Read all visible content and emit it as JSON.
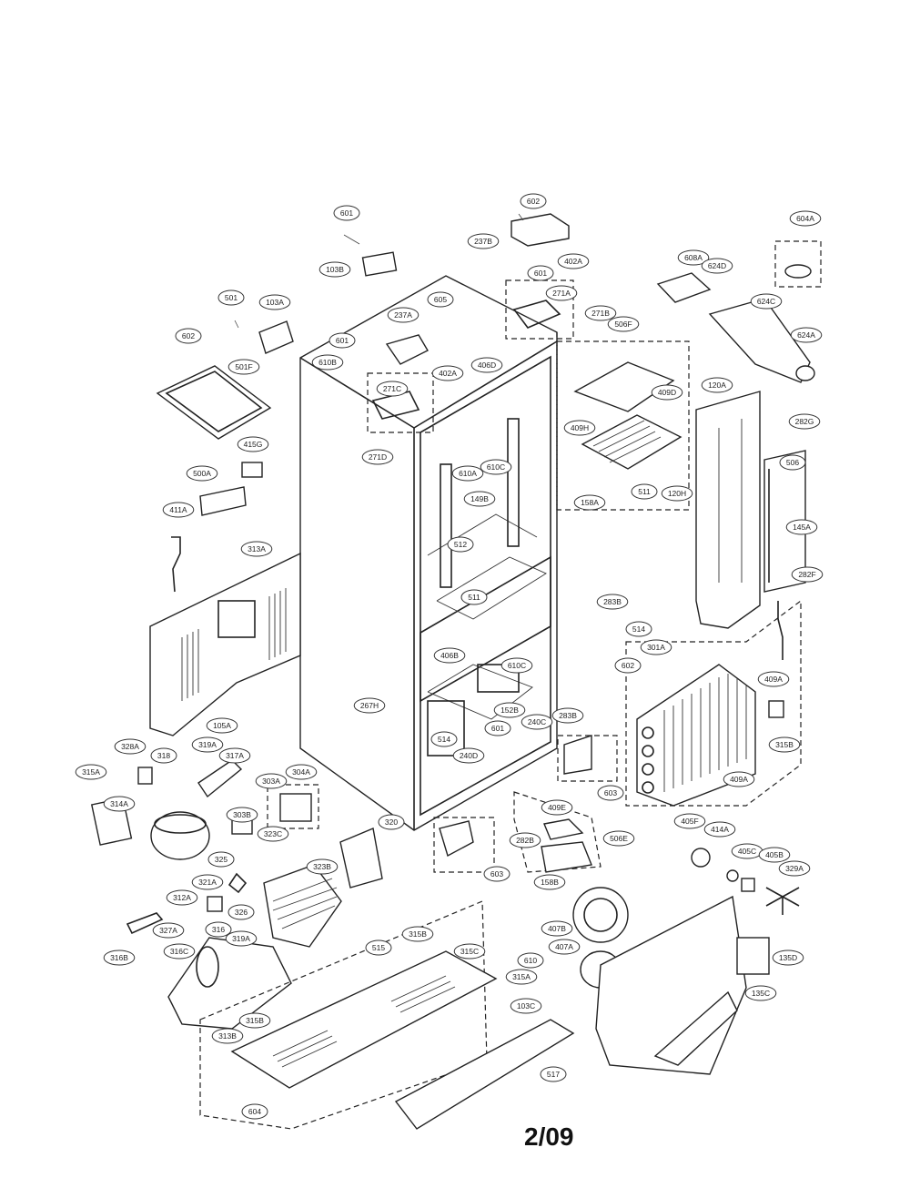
{
  "page": {
    "number": "2/09"
  },
  "callouts": [
    {
      "id": "c602",
      "label": "602"
    },
    {
      "id": "c601a",
      "label": "601"
    },
    {
      "id": "c237b",
      "label": "237B"
    },
    {
      "id": "c103b",
      "label": "103B"
    },
    {
      "id": "c402a_top",
      "label": "402A"
    },
    {
      "id": "c601b",
      "label": "601"
    },
    {
      "id": "c604a",
      "label": "604A"
    },
    {
      "id": "c608a",
      "label": "608A"
    },
    {
      "id": "c624d",
      "label": "624D"
    },
    {
      "id": "c624c",
      "label": "624C"
    },
    {
      "id": "c624a",
      "label": "624A"
    },
    {
      "id": "c501",
      "label": "501"
    },
    {
      "id": "c103a",
      "label": "103A"
    },
    {
      "id": "c605",
      "label": "605"
    },
    {
      "id": "c237a",
      "label": "237A"
    },
    {
      "id": "c271a",
      "label": "271A"
    },
    {
      "id": "c271b",
      "label": "271B"
    },
    {
      "id": "c506f",
      "label": "506F"
    },
    {
      "id": "c602b",
      "label": "602"
    },
    {
      "id": "c601c",
      "label": "601"
    },
    {
      "id": "c402a_mid",
      "label": "402A"
    },
    {
      "id": "c501f",
      "label": "501F"
    },
    {
      "id": "c610b",
      "label": "610B"
    },
    {
      "id": "c406d",
      "label": "406D"
    },
    {
      "id": "c271c",
      "label": "271C"
    },
    {
      "id": "c409d",
      "label": "409D"
    },
    {
      "id": "c120a",
      "label": "120A"
    },
    {
      "id": "c282g",
      "label": "282G"
    },
    {
      "id": "c271d",
      "label": "271D"
    },
    {
      "id": "c415g",
      "label": "415G"
    },
    {
      "id": "c409h",
      "label": "409H"
    },
    {
      "id": "c610c",
      "label": "610C"
    },
    {
      "id": "c610a",
      "label": "610A"
    },
    {
      "id": "c506",
      "label": "506"
    },
    {
      "id": "c500a",
      "label": "500A"
    },
    {
      "id": "c511",
      "label": "511"
    },
    {
      "id": "c120h",
      "label": "120H"
    },
    {
      "id": "c158a",
      "label": "158A"
    },
    {
      "id": "c411a",
      "label": "411A"
    },
    {
      "id": "c149b",
      "label": "149B"
    },
    {
      "id": "c145a",
      "label": "145A"
    },
    {
      "id": "c313a",
      "label": "313A"
    },
    {
      "id": "c512",
      "label": "512"
    },
    {
      "id": "c282f",
      "label": "282F"
    },
    {
      "id": "c511b",
      "label": "511"
    },
    {
      "id": "c283b",
      "label": "283B"
    },
    {
      "id": "c514a",
      "label": "514"
    },
    {
      "id": "c301a",
      "label": "301A"
    },
    {
      "id": "c406b",
      "label": "406B"
    },
    {
      "id": "c610d",
      "label": "610C"
    },
    {
      "id": "c602c",
      "label": "602"
    },
    {
      "id": "c409a_r",
      "label": "409A"
    },
    {
      "id": "c267h",
      "label": "267H"
    },
    {
      "id": "c152b",
      "label": "152B"
    },
    {
      "id": "c601d",
      "label": "601"
    },
    {
      "id": "c240c",
      "label": "240C"
    },
    {
      "id": "c105a",
      "label": "105A"
    },
    {
      "id": "c328a",
      "label": "328A"
    },
    {
      "id": "c318",
      "label": "318"
    },
    {
      "id": "c319a",
      "label": "319A"
    },
    {
      "id": "c317a",
      "label": "317A"
    },
    {
      "id": "c514b",
      "label": "514"
    },
    {
      "id": "c240d",
      "label": "240D"
    },
    {
      "id": "c283c",
      "label": "283B"
    },
    {
      "id": "c315b_r",
      "label": "315B"
    },
    {
      "id": "c304a",
      "label": "304A"
    },
    {
      "id": "c315a",
      "label": "315A"
    },
    {
      "id": "c303a",
      "label": "303A"
    },
    {
      "id": "c603",
      "label": "603"
    },
    {
      "id": "c409a_b",
      "label": "409A"
    },
    {
      "id": "c314a",
      "label": "314A"
    },
    {
      "id": "c303b",
      "label": "303B"
    },
    {
      "id": "c323c",
      "label": "323C"
    },
    {
      "id": "c320",
      "label": "320"
    },
    {
      "id": "c409e",
      "label": "409E"
    },
    {
      "id": "c405f",
      "label": "405F"
    },
    {
      "id": "c323b",
      "label": "323B"
    },
    {
      "id": "c282b",
      "label": "282B"
    },
    {
      "id": "c506e",
      "label": "506E"
    },
    {
      "id": "c414a",
      "label": "414A"
    },
    {
      "id": "c405c",
      "label": "405C"
    },
    {
      "id": "c405b",
      "label": "405B"
    },
    {
      "id": "c325",
      "label": "325"
    },
    {
      "id": "c321a",
      "label": "321A"
    },
    {
      "id": "c603b",
      "label": "603"
    },
    {
      "id": "c158b",
      "label": "158B"
    },
    {
      "id": "c329a",
      "label": "329A"
    },
    {
      "id": "c312a",
      "label": "312A"
    },
    {
      "id": "c326",
      "label": "326"
    },
    {
      "id": "c327a",
      "label": "327A"
    },
    {
      "id": "c407b",
      "label": "407B"
    },
    {
      "id": "c316",
      "label": "316"
    },
    {
      "id": "c319b",
      "label": "319A"
    },
    {
      "id": "c515",
      "label": "515"
    },
    {
      "id": "c315b",
      "label": "315B"
    },
    {
      "id": "c315c",
      "label": "315C"
    },
    {
      "id": "c407a",
      "label": "407A"
    },
    {
      "id": "c135d",
      "label": "135D"
    },
    {
      "id": "c316b",
      "label": "316B"
    },
    {
      "id": "c316c",
      "label": "316C"
    },
    {
      "id": "c610e",
      "label": "610"
    },
    {
      "id": "c315a_b",
      "label": "315A"
    },
    {
      "id": "c103c",
      "label": "103C"
    },
    {
      "id": "c135c",
      "label": "135C"
    },
    {
      "id": "c315b_b",
      "label": "315B"
    },
    {
      "id": "c313b",
      "label": "313B"
    },
    {
      "id": "c517",
      "label": "517"
    },
    {
      "id": "c604",
      "label": "604"
    }
  ]
}
